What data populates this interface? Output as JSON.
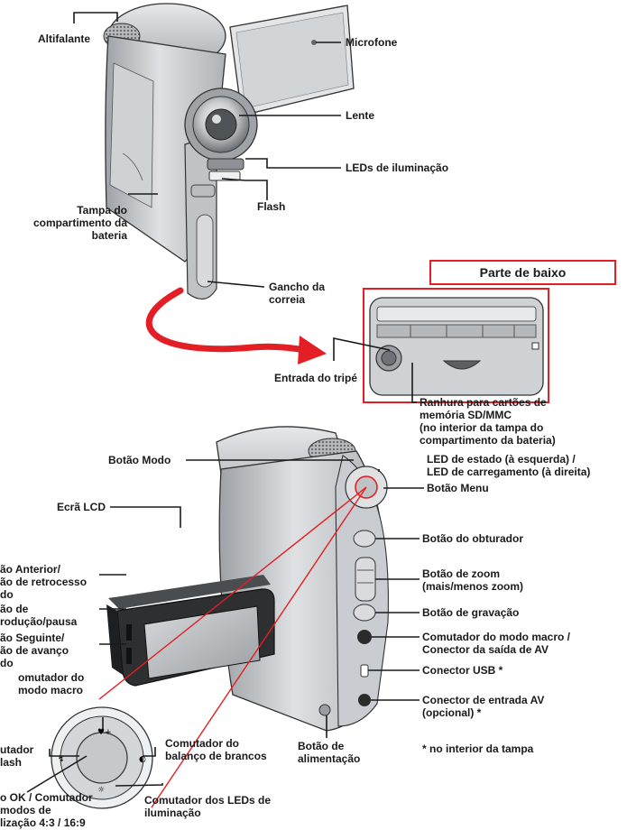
{
  "labels": {
    "altifalante": "Altifalante",
    "microfone": "Microfone",
    "lente": "Lente",
    "leds_iluminacao": "LEDs de iluminação",
    "flash": "Flash",
    "tampa_bateria": [
      "Tampa do",
      "compartimento da",
      "bateria"
    ],
    "gancho_correia": [
      "Gancho da",
      "correia"
    ],
    "parte_baixo": "Parte de baixo",
    "entrada_tripe": "Entrada do tripé",
    "ranhura_cartoes": [
      "Ranhura para cartões de",
      "memória SD/MMC",
      "(no interior da tampa do",
      "compartimento da bateria)"
    ],
    "botao_modo": "Botão Modo",
    "led_estado": [
      "LED de estado (à esquerda) /",
      "LED de carregamento (à direita)"
    ],
    "botao_menu": "Botão Menu",
    "ecra_lcd": "Ecrã LCD",
    "botao_anterior": [
      "ão Anterior/",
      "ão de retrocesso",
      "do"
    ],
    "botao_reproducao": [
      "ão de",
      "rodução/pausa"
    ],
    "botao_seguinte": [
      "ão Seguinte/",
      "ão de avanço",
      "do"
    ],
    "comutador_macro_left": [
      "omutador do",
      "modo macro"
    ],
    "botao_obturador": "Botão do obturador",
    "botao_zoom": [
      "Botão de zoom",
      "(mais/menos zoom)"
    ],
    "botao_gravacao": "Botão de gravação",
    "comutador_macro_right": [
      "Comutador do modo macro /",
      "Conector da saída de AV"
    ],
    "conector_usb": "Conector USB *",
    "conector_entrada_av": [
      "Conector de entrada AV",
      "(opcional) *"
    ],
    "comutador_flash": [
      "utador",
      "lash"
    ],
    "comutador_balanco": [
      "Comutador do",
      "balanço de brancos"
    ],
    "botao_alimentacao": [
      "Botão de",
      "alimentação"
    ],
    "nota_tampa": "* no interior da tampa",
    "botao_ok": [
      "o OK / Comutador",
      "modos de",
      "lização 4:3 / 16:9"
    ],
    "comutador_leds": [
      "Comutador dos LEDs de",
      "iluminação"
    ]
  },
  "colors": {
    "accent": "#e31e24",
    "line": "#1a1a1a",
    "body_gray": "#c4c7ca",
    "dark": "#2b2b2b"
  }
}
